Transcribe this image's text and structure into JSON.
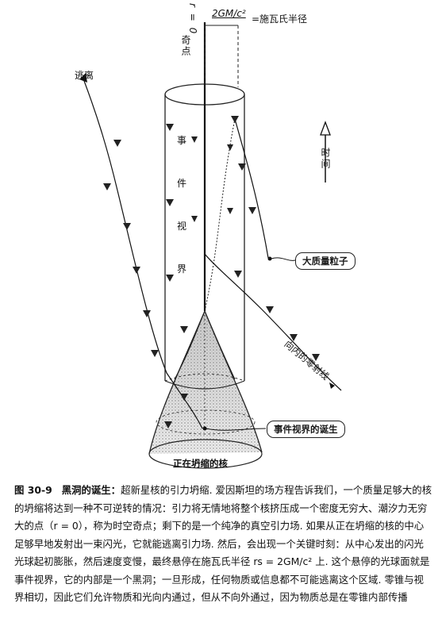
{
  "figure": {
    "r_zero": "r = 0",
    "schwarzschild_formula": "2GM/c²",
    "schwarzschild_label": "=施瓦氏半径",
    "singularity": "奇点",
    "escape": "逃离",
    "time_axis": "时间",
    "event_horizon": [
      "事",
      "件",
      "视",
      "界"
    ],
    "massive_particle": "大质量粒子",
    "ingoing_null_ray": "向内的零射线",
    "horizon_birth": "事件视界的诞生",
    "collapsing_core": "正在坍缩的核"
  },
  "caption": {
    "number": "图 30-9",
    "title": "黑洞的诞生：",
    "text": "超新星核的引力坍缩. 爱因斯坦的场方程告诉我们，一个质量足够大的核的坍缩将达到一种不可逆转的情况：引力将无情地将整个核挤压成一个密度无穷大、潮汐力无穷大的点（r = 0），称为时空奇点；剩下的是一个纯净的真空引力场. 如果从正在坍缩的核的中心足够早地发射出一束闪光，它就能逃离引力场. 然后，会出现一个关键时刻：从中心发出的闪光光球起初膨胀，然后速度变慢，最终悬停在施瓦氏半径 rs = 2GM/c² 上. 这个悬停的光球面就是事件视界，它的内部是一个黑洞；一旦形成，任何物质或信息都不可能逃离这个区域. 零锥与视界相切，因此它们允许物质和光向内通过，但从不向外通过，因为物质总是在零锥内部传播"
  }
}
